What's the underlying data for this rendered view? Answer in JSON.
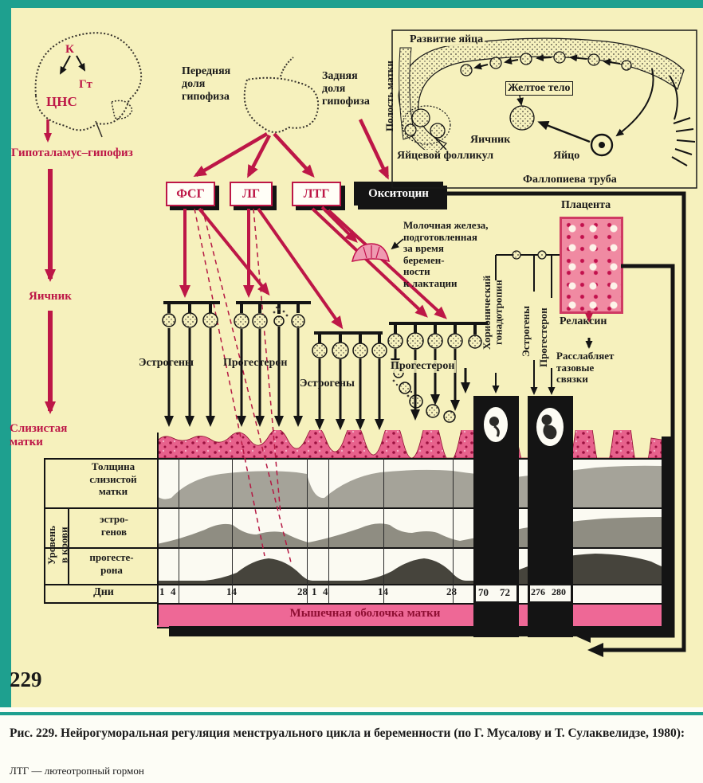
{
  "colors": {
    "teal": "#1ea08f",
    "crimson": "#bd1747",
    "pink_band": "#ee6896",
    "yellow_bg": "#f6f1bd",
    "black": "#141414"
  },
  "page": {
    "number": "229",
    "caption": "Рис. 229. Нейрогуморальная регуляция менструального цикла и беременности (по Г. Мусалову и Т. Сулаквелидзе, 1980):",
    "footnote": "ЛТГ — лютеотропный гормон"
  },
  "brain": {
    "k": "К",
    "gt": "Гт",
    "cns": "ЦНС"
  },
  "left_chain": {
    "hypothalamus": "Гипоталамус–гипофиз",
    "ovary": "Яичник",
    "mucosa": "Слизистая\nматки"
  },
  "pituitary": {
    "anterior": "Передняя\nдоля\nгипофиза",
    "posterior": "Задняя\nдоля\nгипофиза"
  },
  "hormones": {
    "fsh": "ФСГ",
    "lh": "ЛГ",
    "lth": "ЛТГ",
    "oxytocin": "Окситоцин"
  },
  "inset": {
    "title": "Развитие яйца",
    "cavity": "Полость матки",
    "corpus_luteum": "Желтое тело",
    "ovary": "Яичник",
    "follicle": "Яйцевой фолликул",
    "egg": "Яйцо",
    "tube": "Фаллопиева труба"
  },
  "mammary": "Молочная железа,\nподготовленная\nза время\nберемен-\nности\nк лактации",
  "placenta": {
    "title": "Плацента",
    "relaxin": "Релаксин",
    "effect": "Расслабляет\nтазовые\nсвязки",
    "chorionic": "Хорионический\nгонадотропин",
    "estrogens": "Эстрогены",
    "progesterone": "Прогестерон"
  },
  "gonad_labels": {
    "estrogens1": "Эстрогены",
    "progesterone1": "Прогестерон",
    "estrogens2": "Эстрогены",
    "progesterone2": "Прогестерон"
  },
  "chart": {
    "row_thickness": "Толщина\nслизистой\nматки",
    "row_level": "Уровень\nв крови",
    "row_estrogen": "эстро-\nгенов",
    "row_progesterone": "прогесте-\nрона",
    "row_days": "Дни",
    "muscle_band": "Мышечная оболочка матки",
    "day_ticks": [
      "1",
      "4",
      "14",
      "28",
      "1",
      "4",
      "14",
      "28",
      "70",
      "72",
      "276",
      "280"
    ]
  }
}
